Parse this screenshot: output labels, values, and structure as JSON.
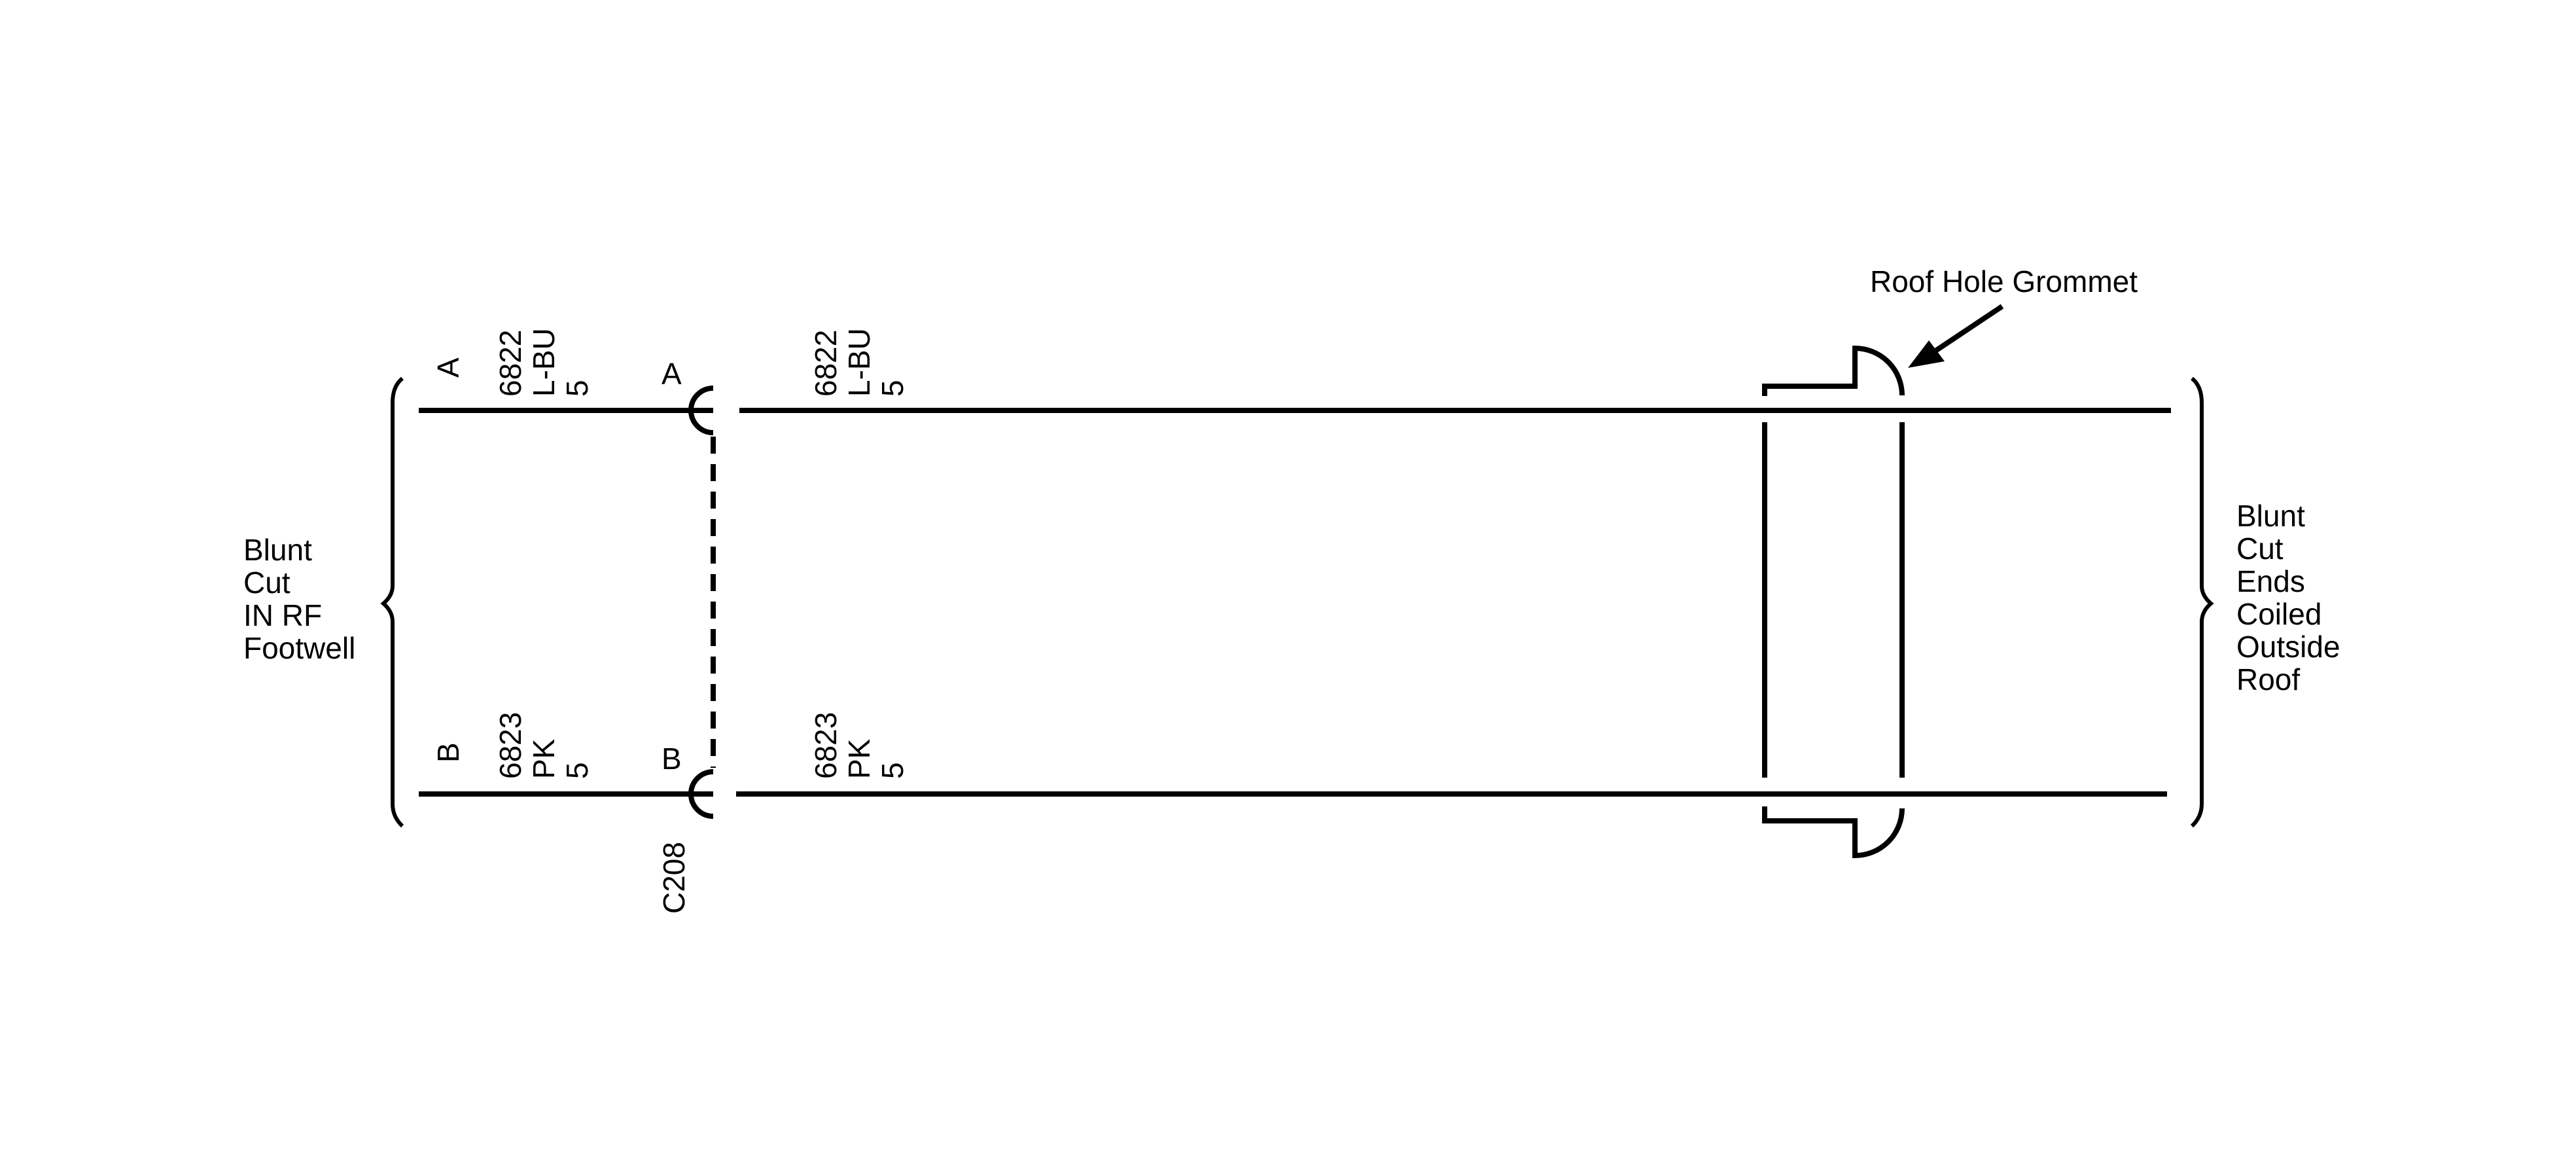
{
  "left_end": {
    "lines": [
      "Blunt",
      "Cut",
      "IN RF",
      "Footwell"
    ]
  },
  "right_end": {
    "lines": [
      "Blunt",
      "Cut",
      "Ends",
      "Coiled",
      "Outside",
      "Roof"
    ]
  },
  "connector": {
    "name": "C208"
  },
  "grommet": {
    "label": "Roof Hole Grommet"
  },
  "circuits": {
    "top": {
      "left_cavity": "A",
      "connector_cavity": "A",
      "left_wire": {
        "circuit": "6822",
        "color": "L-BU",
        "gauge": "5"
      },
      "right_wire": {
        "circuit": "6822",
        "color": "L-BU",
        "gauge": "5"
      }
    },
    "bottom": {
      "left_cavity": "B",
      "connector_cavity": "B",
      "left_wire": {
        "circuit": "6823",
        "color": "PK",
        "gauge": "5"
      },
      "right_wire": {
        "circuit": "6823",
        "color": "PK",
        "gauge": "5"
      }
    }
  }
}
